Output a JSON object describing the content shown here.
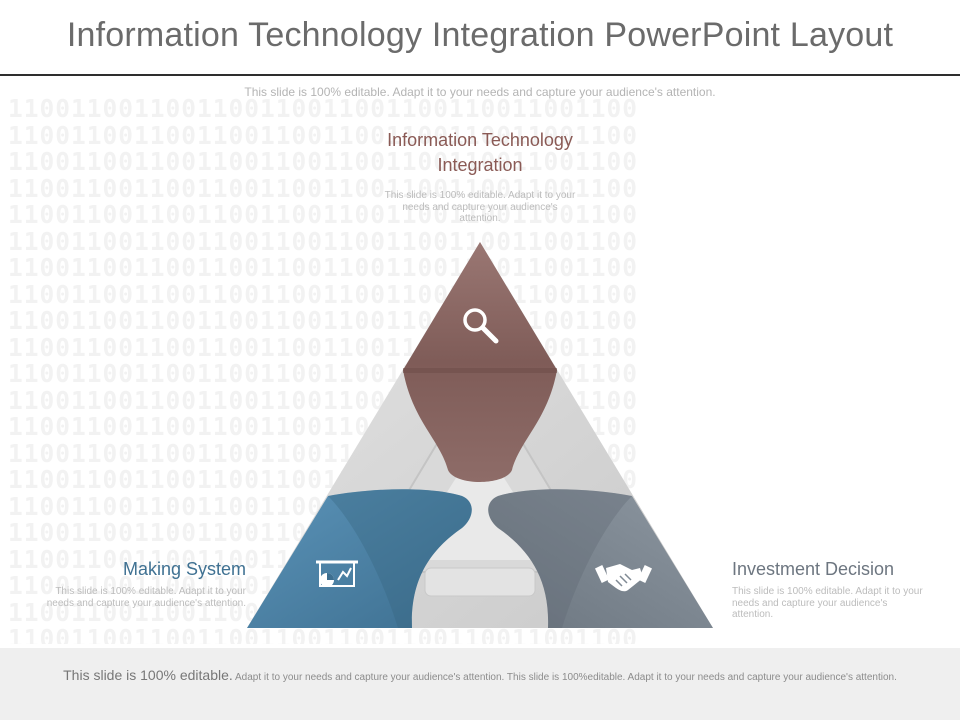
{
  "title": "Information Technology Integration PowerPoint Layout",
  "subtitle": "This slide is 100% editable. Adapt it to your needs and capture your audience's attention.",
  "background_pattern": "1100110011001100110011001100110011001100",
  "nodes": {
    "top": {
      "title": "Information Technology Integration",
      "description": "This slide is 100% editable. Adapt it to your needs and capture your audience's attention.",
      "icon": "magnifier-icon",
      "color": "#8b6662"
    },
    "left": {
      "title": "Making System",
      "description": "This slide is 100% editable. Adapt it to your needs and capture your audience's attention.",
      "icon": "presentation-chart-icon",
      "color": "#4a7fa2"
    },
    "right": {
      "title": "Investment Decision",
      "description": "This slide is 100% editable. Adapt it to your needs and capture your audience's attention.",
      "icon": "handshake-icon",
      "color": "#808a94"
    }
  },
  "footer": {
    "lead": "This slide is 100% editable.",
    "text": "Adapt it to your needs and capture your audience's attention. This slide is 100%editable. Adapt it to your needs and capture your audience's attention."
  }
}
